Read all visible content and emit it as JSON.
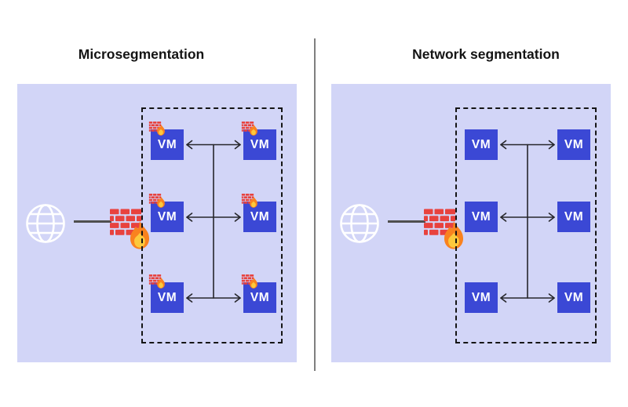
{
  "panels": [
    {
      "title": "Microsegmentation",
      "internet_icon": "globe-icon",
      "gateway_icon": "firewall-brick-wall-with-flame-icon",
      "per_vm_firewalls": true,
      "vms": [
        {
          "label": "VM"
        },
        {
          "label": "VM"
        },
        {
          "label": "VM"
        },
        {
          "label": "VM"
        },
        {
          "label": "VM"
        },
        {
          "label": "VM"
        }
      ]
    },
    {
      "title": "Network segmentation",
      "internet_icon": "globe-icon",
      "gateway_icon": "firewall-brick-wall-with-flame-icon",
      "per_vm_firewalls": false,
      "vms": [
        {
          "label": "VM"
        },
        {
          "label": "VM"
        },
        {
          "label": "VM"
        },
        {
          "label": "VM"
        },
        {
          "label": "VM"
        },
        {
          "label": "VM"
        }
      ]
    }
  ],
  "colors": {
    "panel_background": "#d2d5f7",
    "vm_box": "#3b48d5",
    "vm_text": "#ffffff",
    "brick_red": "#e8423e",
    "flame_orange": "#f9821f",
    "flame_yellow": "#fcc93c",
    "connector_lines": "#26262b",
    "dashed_border": "#151515",
    "divider": "#7f7f7f",
    "title_text": "#141414",
    "globe_stroke": "#ffffff"
  }
}
